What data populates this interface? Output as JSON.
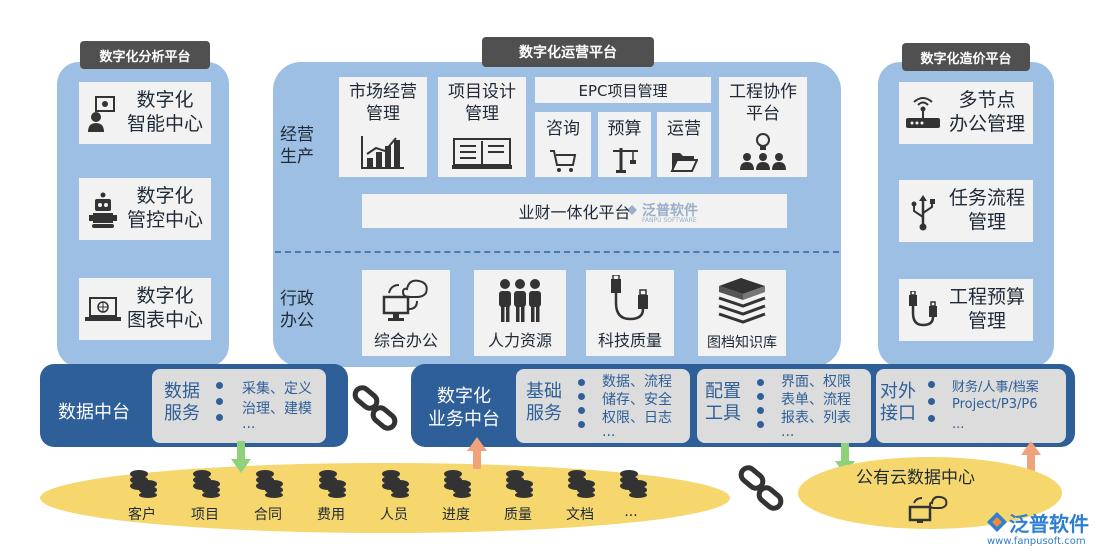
{
  "left_platform": {
    "title": "数字化分析平台",
    "items": [
      {
        "label": "数字化\n智能中心",
        "icon": "intelligent-person-icon"
      },
      {
        "label": "数字化\n管控中心",
        "icon": "robot-icon"
      },
      {
        "label": "数字化\n图表中心",
        "icon": "laptop-globe-icon"
      }
    ]
  },
  "center_platform": {
    "title": "数字化运营平台",
    "section1_label": "经营\n生产",
    "section2_label": "行政\n办公",
    "cards_top": [
      {
        "label": "市场经营\n管理",
        "icon": "bar-chart-icon"
      },
      {
        "label": "项目设计\n管理",
        "icon": "book-icon"
      },
      {
        "label": "工程协作\n平台",
        "icon": "team-bulb-icon"
      }
    ],
    "epc": {
      "title": "EPC项目管理",
      "items": [
        {
          "label": "咨询",
          "icon": "cart-icon"
        },
        {
          "label": "预算",
          "icon": "crane-icon"
        },
        {
          "label": "运营",
          "icon": "folder-icon"
        }
      ]
    },
    "finance_bar": "业财一体化平台",
    "watermark": "泛普软件",
    "watermark_sub": "FANPU SOFTWARE",
    "cards_bottom": [
      {
        "label": "综合办公",
        "icon": "cloud-sync-monitor-icon"
      },
      {
        "label": "人力资源",
        "icon": "people-group-icon"
      },
      {
        "label": "科技质量",
        "icon": "usb-cable-icon"
      },
      {
        "label": "图档知识库",
        "icon": "books-icon"
      }
    ]
  },
  "right_platform": {
    "title": "数字化造价平台",
    "items": [
      {
        "label": "多节点\n办公管理",
        "icon": "router-icon"
      },
      {
        "label": "任务流程\n管理",
        "icon": "usb-symbol-icon"
      },
      {
        "label": "工程预算\n管理",
        "icon": "cable-icon"
      }
    ]
  },
  "middle_bars": {
    "data_center": {
      "title": "数据中台",
      "sub_label": "数据\n服务",
      "lines": [
        "采集、定义",
        "治理、建模",
        "..."
      ]
    },
    "business_center": {
      "title": "数字化\n业务中台",
      "base": {
        "label": "基础\n服务",
        "lines": [
          "数据、流程",
          "储存、安全",
          "权限、日志",
          "..."
        ]
      },
      "config": {
        "label": "配置\n工具",
        "lines": [
          "界面、权限",
          "表单、流程",
          "报表、列表",
          "..."
        ]
      },
      "external": {
        "label": "对外\n接口",
        "lines": [
          "财务/人事/档案",
          "Project/P3/P6",
          "..."
        ]
      }
    }
  },
  "data_items": [
    "客户",
    "项目",
    "合同",
    "费用",
    "人员",
    "进度",
    "质量",
    "文档",
    "..."
  ],
  "cloud_center": {
    "label": "公有云数据中心",
    "icon": "cloud-monitor-icon"
  },
  "logo": {
    "name": "泛普软件",
    "url": "www.fanpusoft.com"
  },
  "colors": {
    "panel": "#9dbfe3",
    "card": "#f2f2f2",
    "dark_blue": "#2e5f98",
    "yellow": "#f5d76e",
    "title_pill": "#505050",
    "arrow_green": "#8fd17a",
    "arrow_orange": "#f0a37a"
  }
}
